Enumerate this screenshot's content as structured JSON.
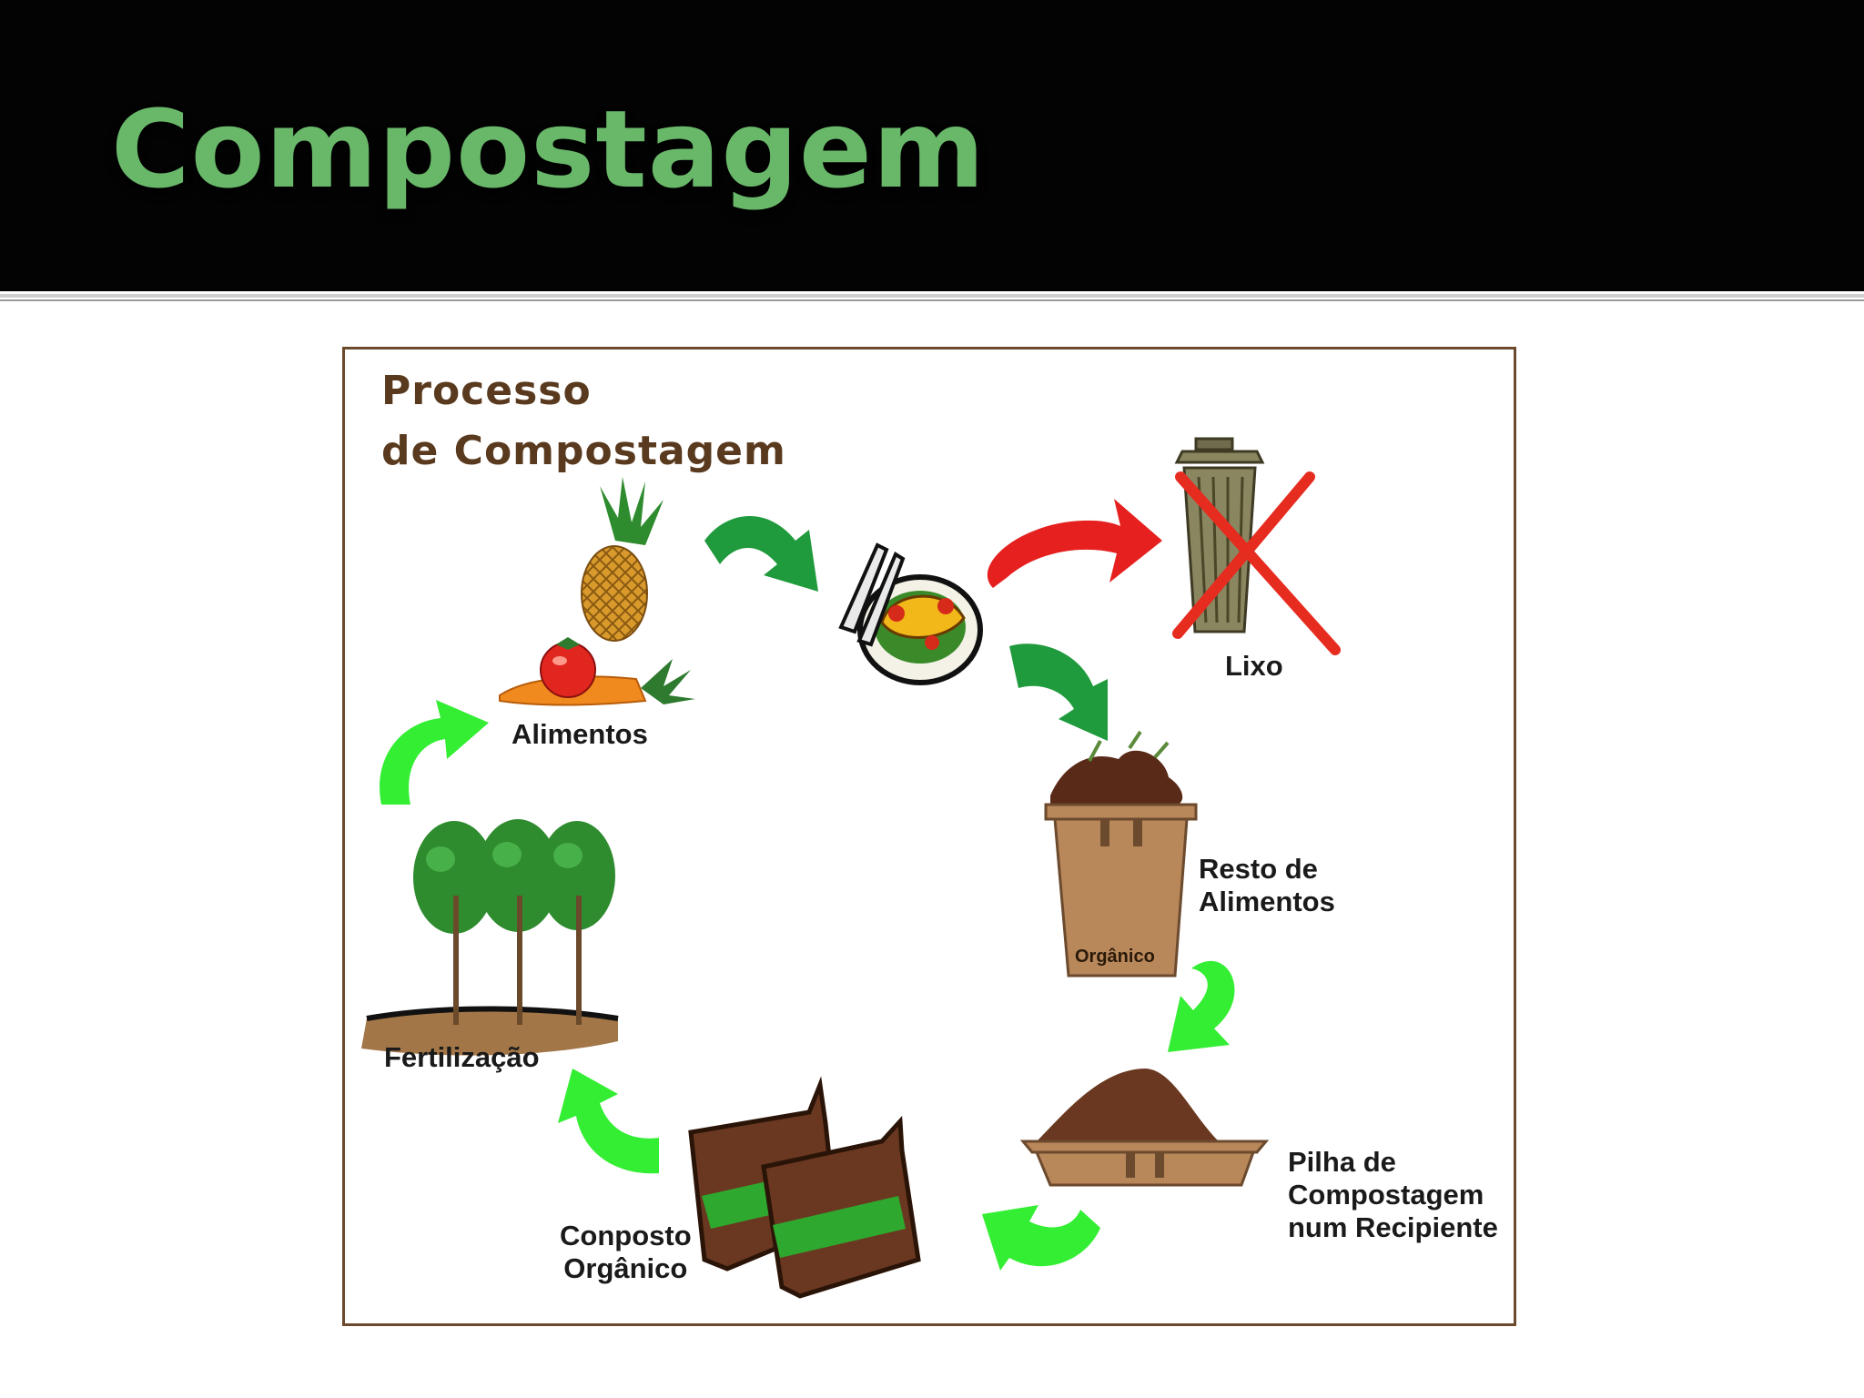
{
  "slide": {
    "title": "Compostagem"
  },
  "diagram": {
    "title_line1": "Processo",
    "title_line2": "de Compostagem",
    "labels": {
      "alimentos": "Alimentos",
      "lixo": "Lixo",
      "resto_line1": "Resto de",
      "resto_line2": "Alimentos",
      "organico_bin": "Orgânico",
      "pilha_line1": "Pilha de",
      "pilha_line2": "Compostagem",
      "pilha_line3": "num Recipiente",
      "conposto_line1": "Conposto",
      "conposto_line2": "Orgânico",
      "fertilizacao": "Fertilização"
    }
  },
  "colors": {
    "title_bar": "#030303",
    "title_text": "#69b86a",
    "frame_border": "#6b4a2e",
    "arrow_dark_green": "#1f9a3c",
    "arrow_light_green": "#33ee33",
    "arrow_red": "#e5201f",
    "cross_red": "#e62b1f"
  },
  "icons": [
    "fruits-vegetables-icon",
    "meal-plate-icon",
    "trash-can-icon",
    "organic-bin-icon",
    "compost-pile-icon",
    "compost-bags-icon",
    "trees-icon"
  ]
}
